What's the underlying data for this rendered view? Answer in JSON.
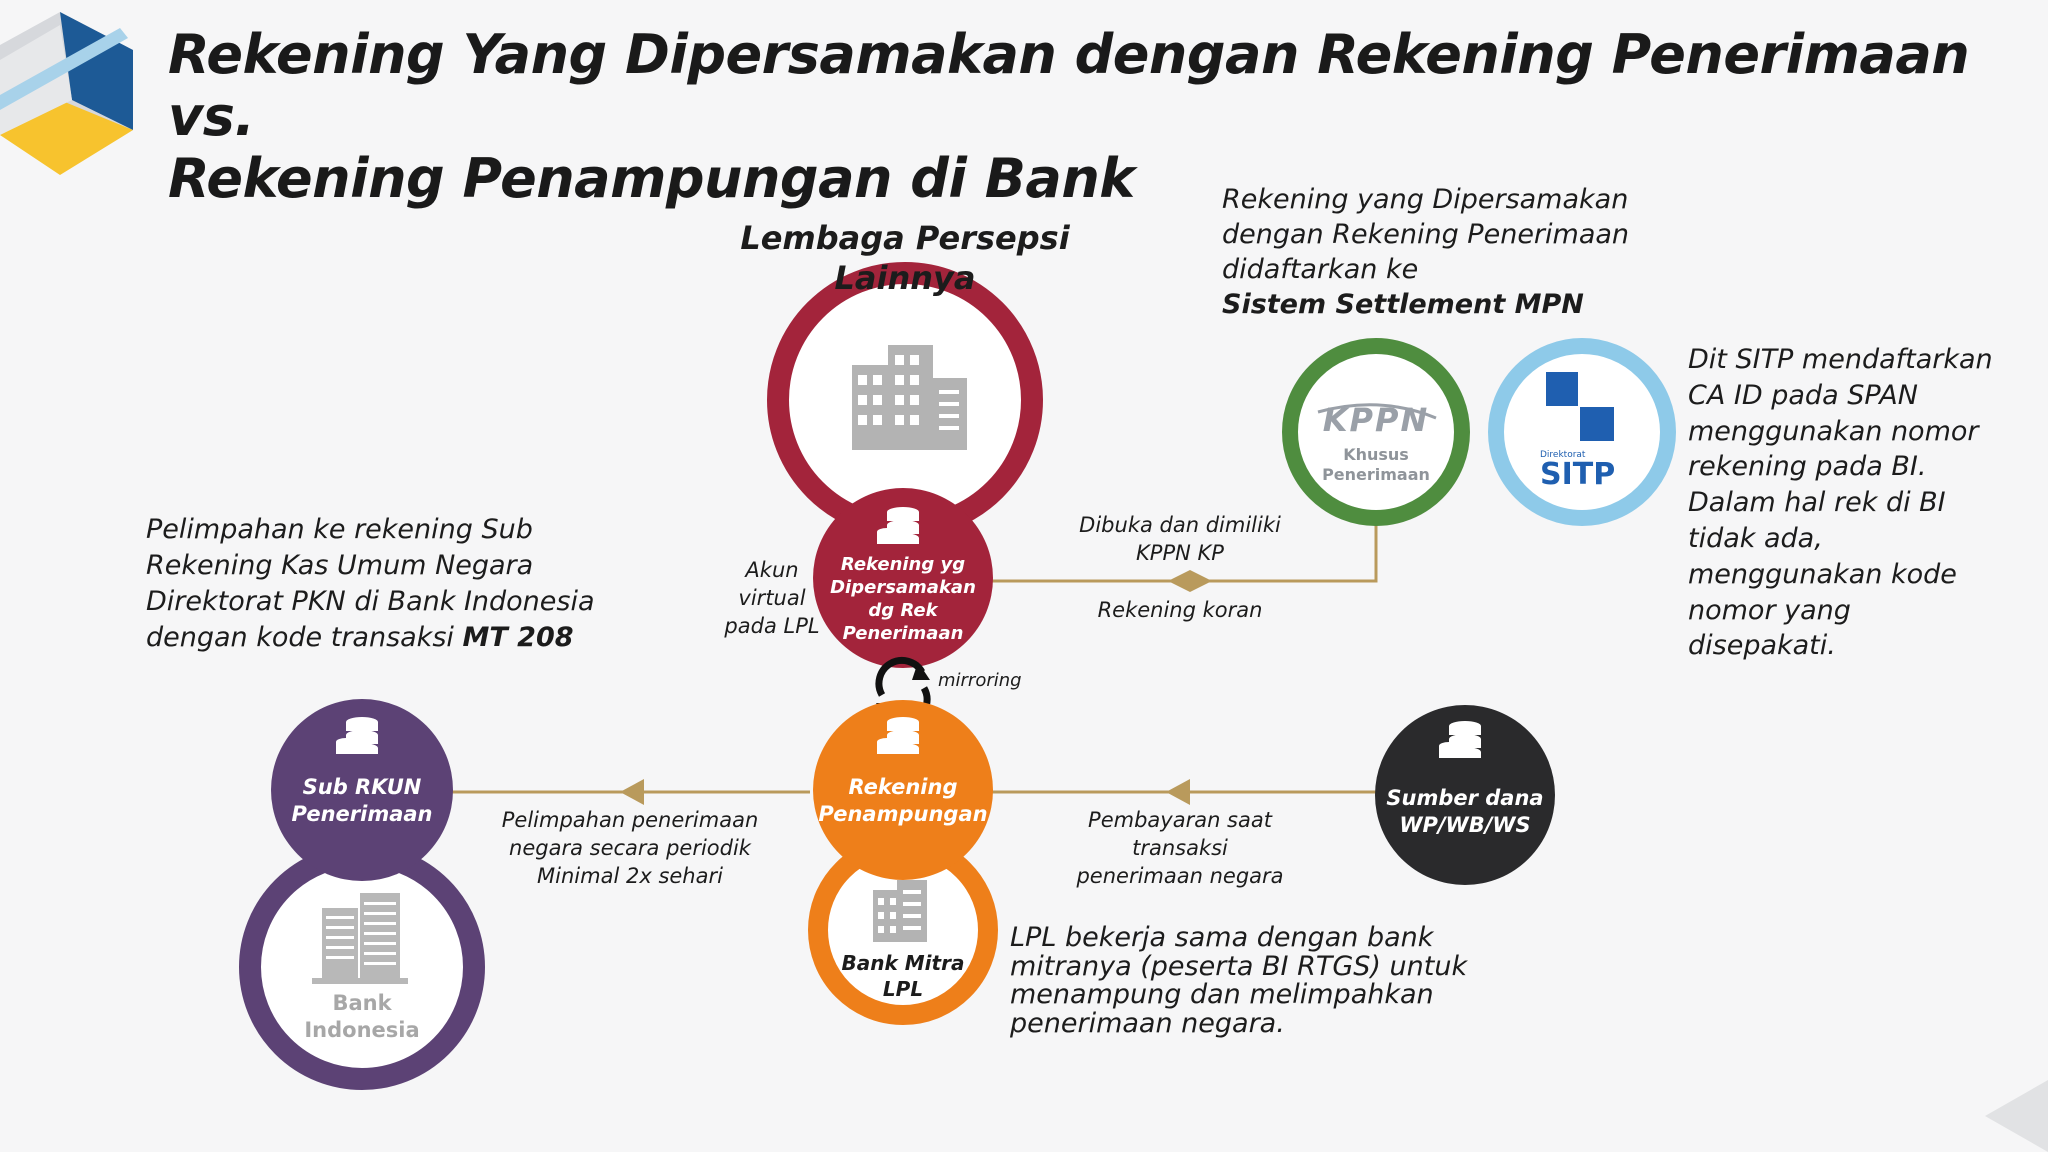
{
  "title": {
    "line1": "Rekening Yang Dipersamakan dengan Rekening Penerimaan vs.",
    "line2": "Rekening Penampungan di Bank"
  },
  "lembaga_heading": "Lembaga Persepsi Lainnya",
  "nodes": {
    "rek_dipersamakan": [
      "Rekening yg",
      "Dipersamakan",
      "dg Rek",
      "Penerimaan"
    ],
    "rek_penampungan": [
      "Rekening",
      "Penampungan"
    ],
    "bank_mitra": [
      "Bank Mitra",
      "LPL"
    ],
    "sub_rkun": [
      "Sub RKUN",
      "Penerimaan"
    ],
    "bank_indonesia": "Bank Indonesia",
    "sumber_dana": [
      "Sumber dana",
      "WP/WB/WS"
    ],
    "kppn": {
      "logo": "KPPN",
      "line1": "Khusus",
      "line2": "Penerimaan"
    },
    "sitp": {
      "small": "Direktorat",
      "logo": "SITP"
    }
  },
  "labels": {
    "akun_virtual": [
      "Akun",
      "virtual",
      "pada LPL"
    ],
    "mirroring": "mirroring",
    "dibuka": [
      "Dibuka dan dimiliki",
      "KPPN KP"
    ],
    "rekening_koran": "Rekening koran",
    "pelimpahan_periodik": [
      "Pelimpahan penerimaan",
      "negara secara periodik",
      "Minimal 2x sehari"
    ],
    "pembayaran": [
      "Pembayaran saat transaksi",
      "penerimaan negara"
    ]
  },
  "notes": {
    "mpn": {
      "lines": [
        "Rekening yang Dipersamakan",
        "dengan Rekening Penerimaan",
        "didaftarkan ke"
      ],
      "bold": "Sistem Settlement MPN"
    },
    "sitp": [
      "Dit SITP mendaftarkan",
      "CA ID pada SPAN",
      "menggunakan nomor",
      "rekening pada BI.",
      "Dalam hal rek di BI",
      "tidak ada,",
      "menggunakan kode",
      "nomor yang",
      "disepakati."
    ],
    "pelimpahan": {
      "lines": [
        "Pelimpahan ke rekening Sub",
        "Rekening Kas Umum Negara",
        "Direktorat PKN di Bank Indonesia"
      ],
      "last_prefix": "dengan kode transaksi ",
      "last_bold": "MT 208"
    },
    "lpl": [
      "LPL bekerja sama dengan bank",
      "mitranya (peserta BI RTGS) untuk",
      "menampung dan melimpahkan",
      "penerimaan negara."
    ]
  },
  "colors": {
    "maroon": "#a3243b",
    "orange": "#ee7f1a",
    "purple": "#5c4275",
    "dark": "#2a2a2c",
    "green": "#4f8d3f",
    "lightblue": "#8ecae9",
    "sitp_blue": "#1f5fb0",
    "gold": "#b99a5c",
    "deco_blue": "#1d5a96",
    "deco_yellow": "#f7c32e"
  },
  "icons": [
    "building-icon",
    "coins-icon",
    "refresh-icon",
    "arrow-left-icon"
  ]
}
